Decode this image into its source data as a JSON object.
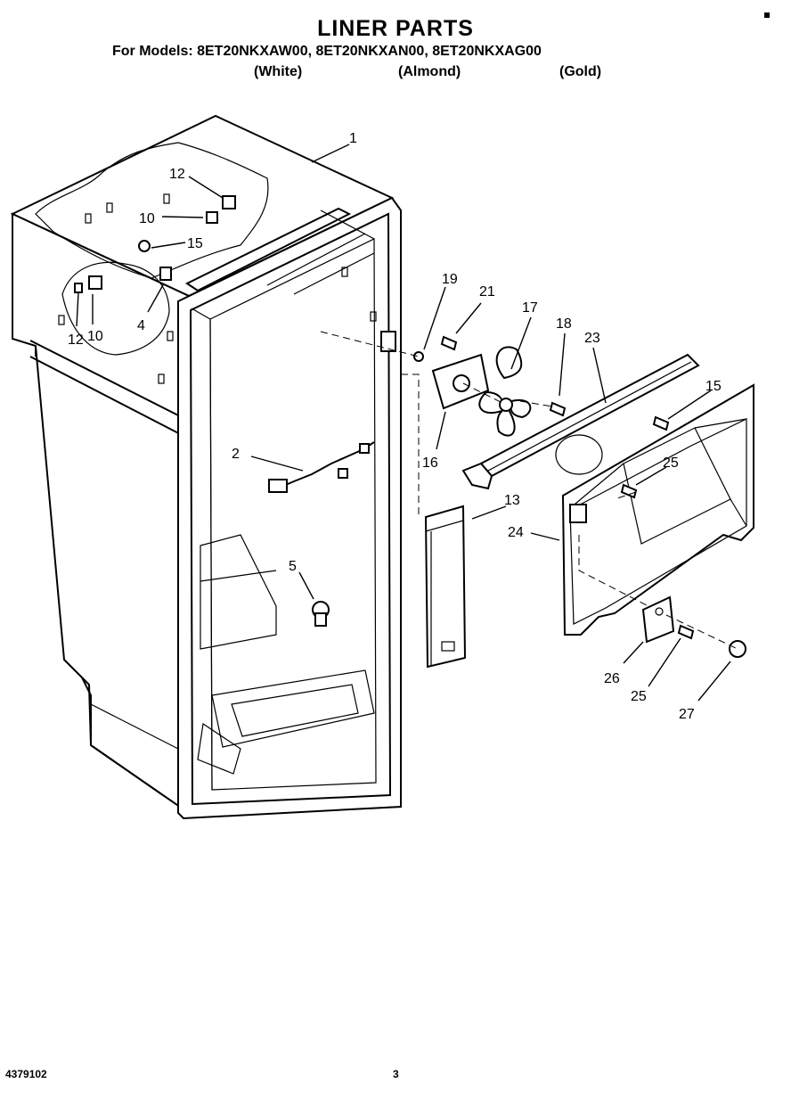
{
  "title": "LINER PARTS",
  "models_line": "For Models: 8ET20NKXAW00, 8ET20NKXAN00, 8ET20NKXAG00",
  "variants": [
    "(White)",
    "(Almond)",
    "(Gold)"
  ],
  "footer": {
    "code": "4379102",
    "page": "3"
  },
  "callouts": [
    "1",
    "12",
    "10",
    "15",
    "4",
    "12",
    "10",
    "2",
    "5",
    "19",
    "21",
    "17",
    "18",
    "23",
    "15",
    "16",
    "13",
    "25",
    "24",
    "26",
    "25",
    "27"
  ]
}
